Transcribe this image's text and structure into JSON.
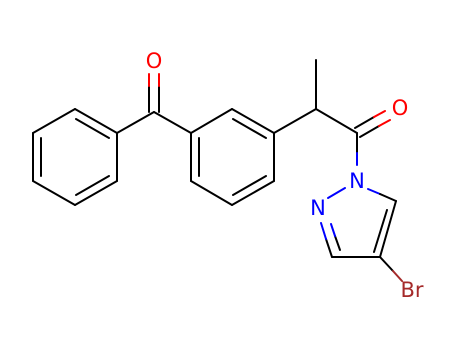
{
  "molecule": {
    "atoms": {
      "carbonyl_o_left": {
        "symbol": "O",
        "color": "#ff0000"
      },
      "carbonyl_o_right": {
        "symbol": "O",
        "color": "#ff0000"
      },
      "pyrazole_n1": {
        "symbol": "N",
        "color": "#0000ff"
      },
      "pyrazole_n2": {
        "symbol": "N",
        "color": "#0000ff"
      },
      "bromine": {
        "symbol": "Br",
        "color": "#a52a2a"
      }
    },
    "colors": {
      "bond": "#000000",
      "oxygen": "#ff0000",
      "nitrogen": "#0000ff",
      "bromine": "#a52a2a",
      "background": "#ffffff"
    }
  }
}
